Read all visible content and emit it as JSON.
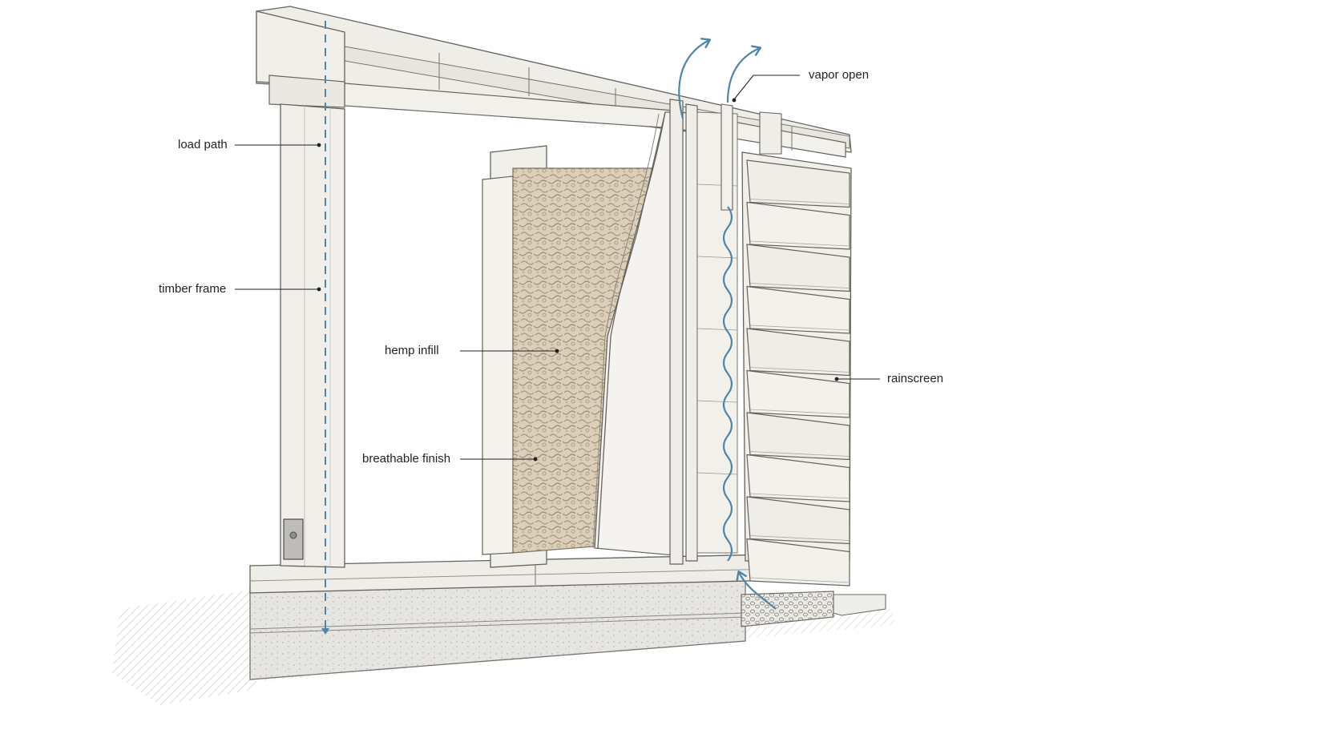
{
  "labels": {
    "load_path": "load path",
    "timber_frame": "timber frame",
    "hemp_infill": "hemp infill",
    "breathable_finish": "breathable finish",
    "vapor_open": "vapor open",
    "rainscreen": "rainscreen"
  },
  "colors": {
    "timber": "#f1efe9",
    "timber_edge": "#6d6a64",
    "hemp": "#d9cbb5",
    "finish": "#f4f3f0",
    "concrete": "#e4e3df",
    "gravel": "#d6d3cc",
    "arrow_blue": "#4f86a8",
    "leader": "#222222"
  }
}
